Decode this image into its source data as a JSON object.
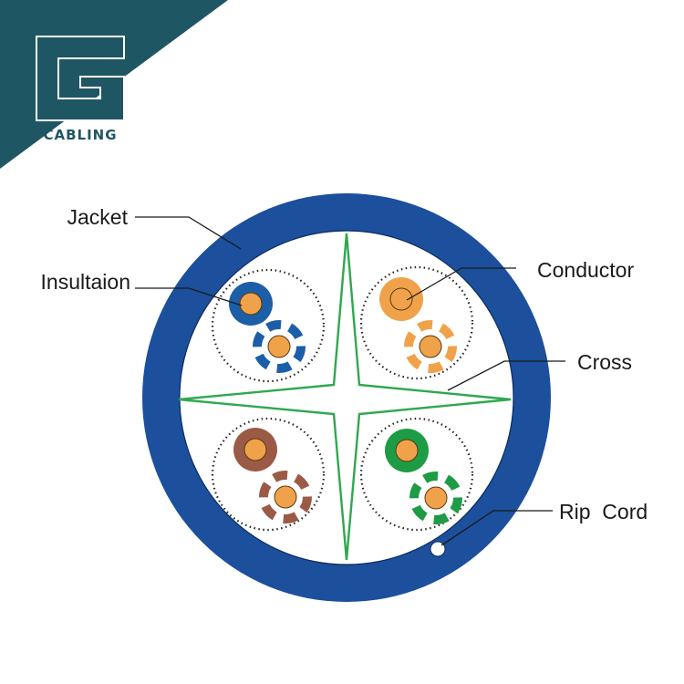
{
  "brand": {
    "letter": "G",
    "name": "CABLING",
    "bar_color": "#1f5663",
    "logo_color": "#1f5663"
  },
  "diagram": {
    "jacket_color": "#1c4f9c",
    "cross_color": "#2fa84f",
    "conductor_color": "#f0a24a",
    "rip_cord_color": "#ffffff",
    "pairs": [
      {
        "name": "blue",
        "color": "#1c5ea8"
      },
      {
        "name": "orange",
        "color": "#f0a24a"
      },
      {
        "name": "brown",
        "color": "#9b5a45"
      },
      {
        "name": "green",
        "color": "#1e9b45"
      }
    ],
    "labels": {
      "jacket": "Jacket",
      "insulation": "Insultaion",
      "conductor": "Conductor",
      "cross": "Cross",
      "rip_cord": "Rip  Cord"
    }
  }
}
